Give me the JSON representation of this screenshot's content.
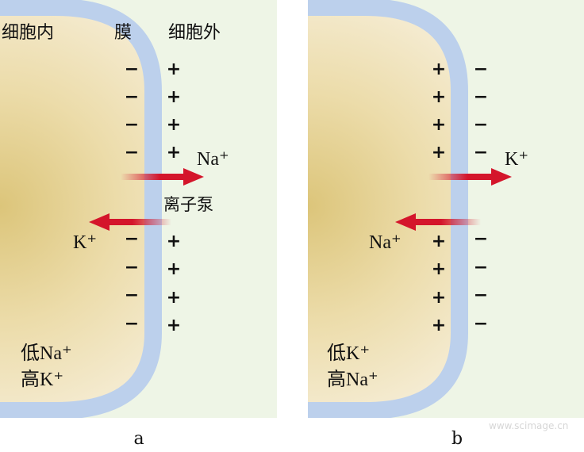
{
  "panel_a": {
    "caption": "a",
    "label_inside": "细胞内",
    "label_membrane": "膜",
    "label_outside": "细胞外",
    "inner_sign": "−",
    "outer_sign": "+",
    "arrow_out_ion": "Na⁺",
    "arrow_in_ion": "K⁺",
    "pump_label": "离子泵",
    "conc_line1": "低Na⁺",
    "conc_line2": "高K⁺"
  },
  "panel_b": {
    "caption": "b",
    "inner_sign": "+",
    "outer_sign": "−",
    "arrow_out_ion": "K⁺",
    "arrow_in_ion": "Na⁺",
    "conc_line1": "低K⁺",
    "conc_line2": "高Na⁺"
  },
  "watermark": "www.scimage.cn",
  "colors": {
    "outside": "#eef5e6",
    "membrane": "#bcd0ec",
    "cell_center": "#dcc57a",
    "cell_edge": "#f8f1e0",
    "arrow": "#d4152b"
  }
}
